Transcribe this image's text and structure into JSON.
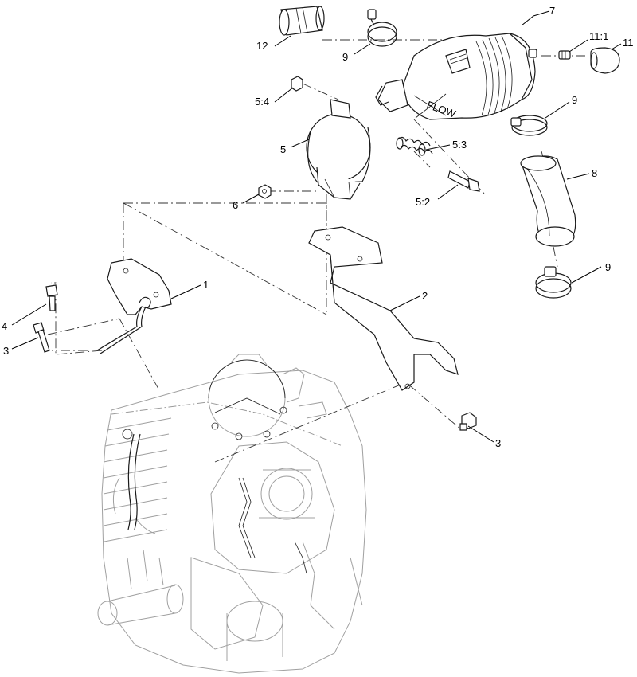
{
  "callouts": [
    {
      "id": "c7",
      "label": "7"
    },
    {
      "id": "c12",
      "label": "12"
    },
    {
      "id": "c9a",
      "label": "9"
    },
    {
      "id": "c11-1",
      "label": "11:1"
    },
    {
      "id": "c11",
      "label": "11"
    },
    {
      "id": "c5-4",
      "label": "5:4"
    },
    {
      "id": "c9b",
      "label": "9"
    },
    {
      "id": "c5",
      "label": "5"
    },
    {
      "id": "c5-3",
      "label": "5:3"
    },
    {
      "id": "c8",
      "label": "8"
    },
    {
      "id": "c6",
      "label": "6"
    },
    {
      "id": "c5-2",
      "label": "5:2"
    },
    {
      "id": "c9c",
      "label": "9"
    },
    {
      "id": "c1",
      "label": "1"
    },
    {
      "id": "c2",
      "label": "2"
    },
    {
      "id": "c4",
      "label": "4"
    },
    {
      "id": "c3a",
      "label": "3"
    },
    {
      "id": "c3b",
      "label": "3"
    }
  ],
  "decal": {
    "text": "FLOW"
  }
}
